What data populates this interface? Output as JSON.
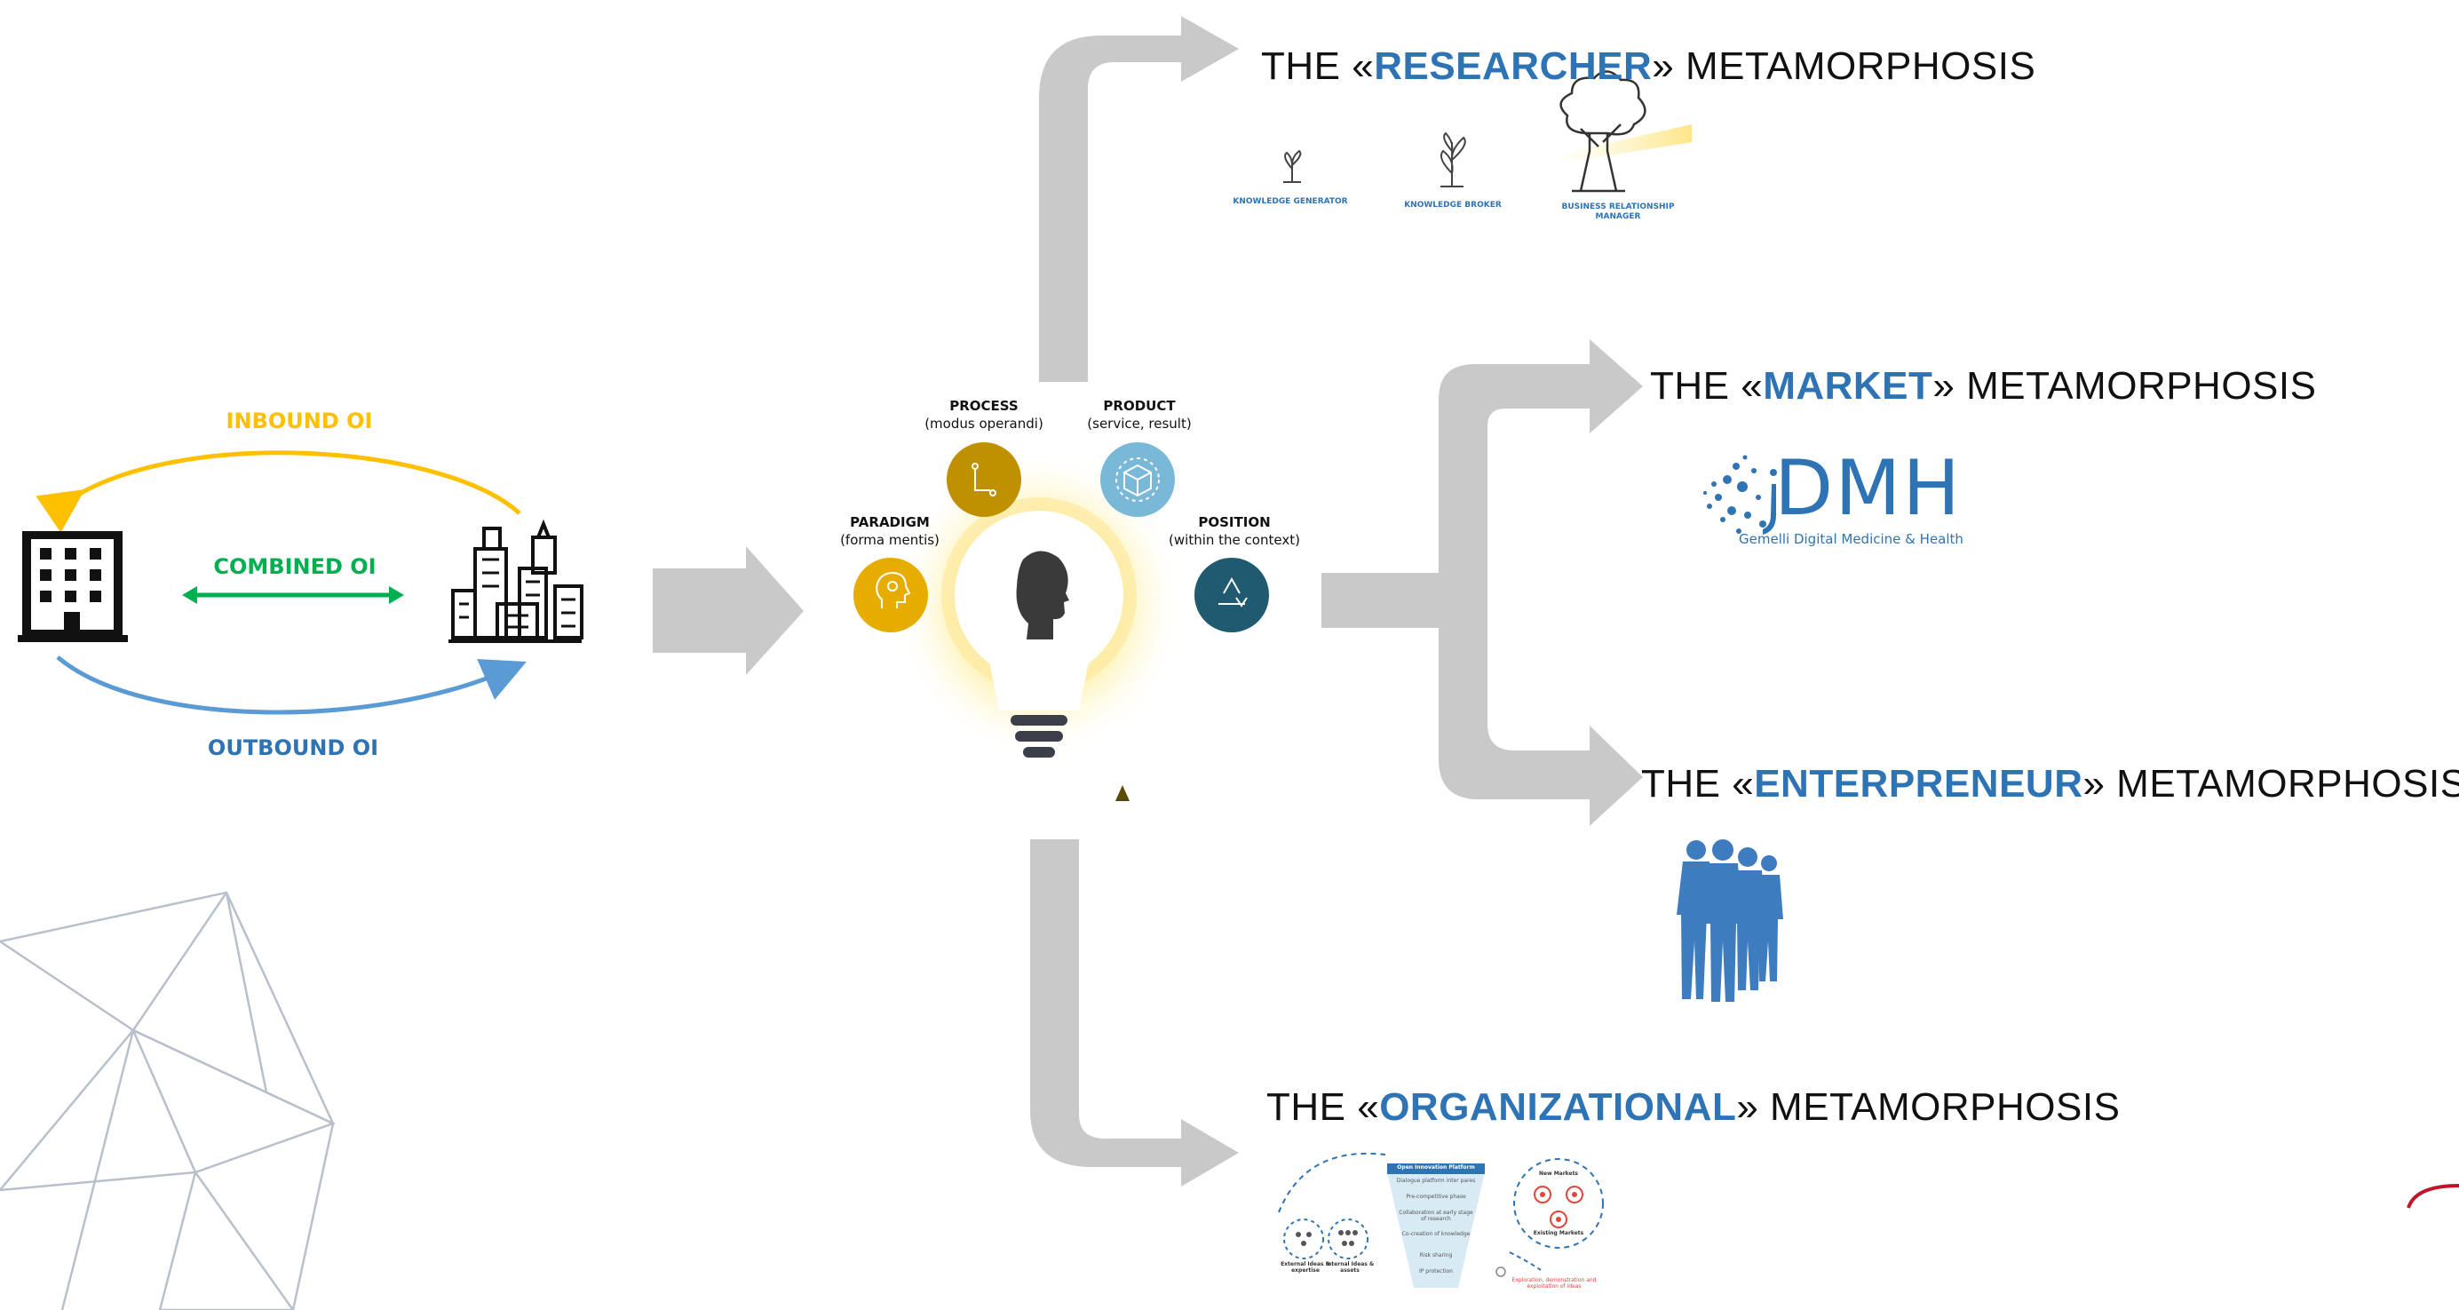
{
  "open_innovation": {
    "inbound_label": "INBOUND OI",
    "combined_label": "COMBINED OI",
    "outbound_label": "OUTBOUND OI",
    "colors": {
      "inbound": "#ffc000",
      "combined": "#00b050",
      "outbound": "#5b9bd5"
    }
  },
  "facets": {
    "process": {
      "title": "PROCESS",
      "sub": "(modus operandi)",
      "color": "#bf9000"
    },
    "product": {
      "title": "PRODUCT",
      "sub": "(service, result)",
      "color": "#7ab8d8"
    },
    "paradigm": {
      "title": "PARADIGM",
      "sub": "(forma mentis)",
      "color": "#e6ad00"
    },
    "position": {
      "title": "POSITION",
      "sub": "(within the context)",
      "color": "#1f5a70"
    }
  },
  "metamorphoses": [
    {
      "prefix": "THE «",
      "keyword": "RESEARCHER",
      "suffix": "» METAMORPHOSIS"
    },
    {
      "prefix": "THE «",
      "keyword": "MARKET",
      "suffix": "» METAMORPHOSIS"
    },
    {
      "prefix": "THE «",
      "keyword": "ENTERPRENEUR",
      "suffix": "» METAMORPHOSIS"
    },
    {
      "prefix": "THE «",
      "keyword": "ORGANIZATIONAL",
      "suffix": "» METAMORPHOSIS"
    }
  ],
  "researcher_stages": [
    "KNOWLEDGE GENERATOR",
    "KNOWLEDGE BROKER",
    "BUSINESS RELATIONSHIP MANAGER"
  ],
  "gdmh_logo": {
    "letters": "DMH",
    "tagline": "Gemelli Digital Medicine & Health"
  },
  "open_innovation_platform": {
    "header": "Open Innovation Platform",
    "funnel_items": [
      "Dialogue platform inter pares",
      "Pre-competitive phase",
      "Collaboration at early stage of research",
      "Co-creation of knowledge",
      "Risk sharing",
      "IP protection"
    ],
    "left_labels": [
      "External Ideas & expertise",
      "Internal Ideas & assets"
    ],
    "right_labels": [
      "New Markets",
      "Existing Markets"
    ],
    "bottom_label": "Exploration, demonstration and exploitation of ideas"
  }
}
